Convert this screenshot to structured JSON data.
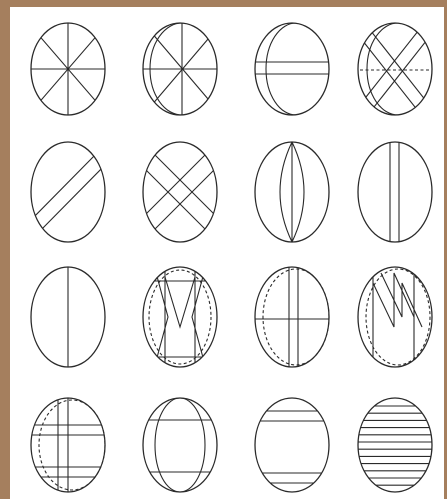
{
  "figure": {
    "background_color": "#a57f5e",
    "panel_color": "#ffffff",
    "line_color": "#2a2a2a",
    "grid": {
      "rows": 4,
      "columns": 4
    },
    "patterns": [
      "eight-spoke-radial",
      "eight-spoke-radial-double-rim",
      "double-rim-horizontal-band",
      "diagonal-cross-bands-dashed-midline",
      "single-diagonal-band",
      "crossed-diagonal-bands",
      "lens-segments",
      "vertical-double-line",
      "single-vertical-line",
      "vertical-zigzag-dashed-outline",
      "quadrant-split-dashed-outline",
      "double-zigzag-dashed-outline",
      "cross-bands-dashed-outline",
      "double-rim-top-band",
      "horizontal-bands-top-bottom",
      "horizontal-stripes"
    ]
  }
}
